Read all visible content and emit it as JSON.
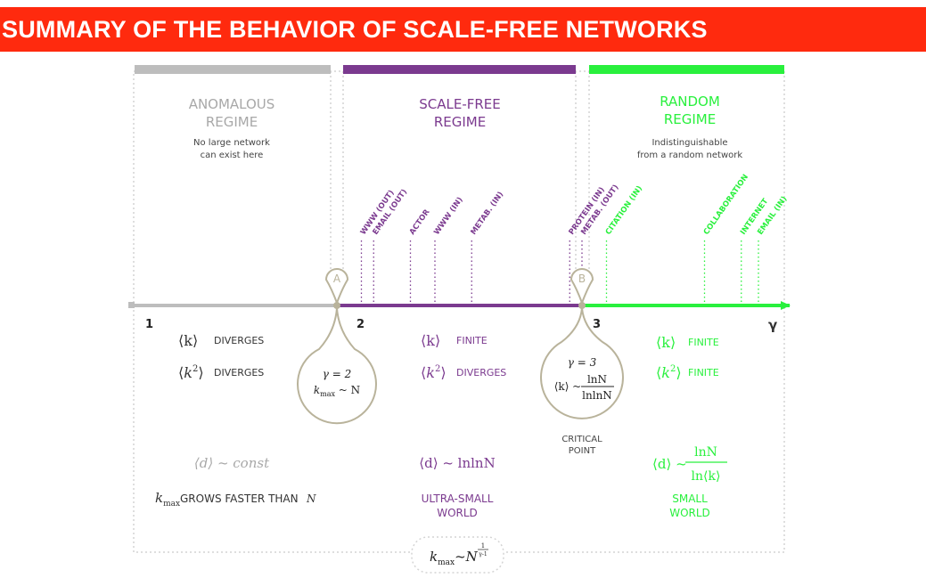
{
  "title": "SUMMARY OF THE BEHAVIOR OF SCALE-FREE NETWORKS",
  "colors": {
    "banner": "#ff2a0e",
    "anomalous": "#bdbdbd",
    "scale_free": "#7b3a8f",
    "random": "#29f03d",
    "node": "#b9b39b",
    "text_dark": "#333333"
  },
  "axis": {
    "label": "γ",
    "ticks": [
      "1",
      "2",
      "3"
    ]
  },
  "regimes": {
    "anomalous": {
      "title_line1": "ANOMALOUS",
      "title_line2": "REGIME",
      "desc_line1": "No large network",
      "desc_line2": "can exist here",
      "k_label": "DIVERGES",
      "k2_label": "DIVERGES",
      "d_formula": "⟨d⟩ ~ const",
      "kmax_prefix": "k",
      "kmax_sub": "max",
      "kmax_text": "GROWS FASTER THAN",
      "kmax_N": "N"
    },
    "scale_free": {
      "title_line1": "SCALE-FREE",
      "title_line2": "REGIME",
      "k_label": "FINITE",
      "k2_label": "DIVERGES",
      "d_formula": "⟨d⟩ ~ lnlnN",
      "world_line1": "ULTRA-SMALL",
      "world_line2": "WORLD"
    },
    "random": {
      "title_line1": "RANDOM",
      "title_line2": "REGIME",
      "desc_line1": "Indistinguishable",
      "desc_line2": "from a random network",
      "k_label": "FINITE",
      "k2_label": "FINITE",
      "d_prefix": "⟨d⟩ ~",
      "d_num": "lnN",
      "d_den": "ln⟨k⟩",
      "world_line1": "SMALL",
      "world_line2": "WORLD"
    }
  },
  "moments": {
    "k": "⟨k⟩",
    "k2_base": "k",
    "k2_exp": "2"
  },
  "points": {
    "A": {
      "label": "A",
      "gamma": "γ = 2",
      "kmax_k": "k",
      "kmax_sub": "max",
      "kmax_rest": " ~ N"
    },
    "B": {
      "label": "B",
      "gamma": "γ = 3",
      "k_avg": "⟨k⟩ ~",
      "frac_num": "lnN",
      "frac_den": "lnlnN",
      "critical_line1": "CRITICAL",
      "critical_line2": "POINT"
    }
  },
  "networks": [
    {
      "name": "WWW (OUT)",
      "gamma": 2.1,
      "color": "#7b3a8f"
    },
    {
      "name": "EMAIL (OUT)",
      "gamma": 2.15,
      "color": "#7b3a8f"
    },
    {
      "name": "ACTOR",
      "gamma": 2.3,
      "color": "#7b3a8f"
    },
    {
      "name": "WWW (IN)",
      "gamma": 2.4,
      "color": "#7b3a8f"
    },
    {
      "name": "METAB. (IN)",
      "gamma": 2.55,
      "color": "#7b3a8f"
    },
    {
      "name": "PROTEIN (IN)",
      "gamma": 2.95,
      "color": "#7b3a8f"
    },
    {
      "name": "METAB. (OUT)",
      "gamma": 3.0,
      "color": "#7b3a8f"
    },
    {
      "name": "CITATION (IN)",
      "gamma": 3.1,
      "color": "#29f03d"
    },
    {
      "name": "COLLABORATION",
      "gamma": 3.5,
      "color": "#29f03d"
    },
    {
      "name": "INTERNET",
      "gamma": 3.65,
      "color": "#29f03d"
    },
    {
      "name": "EMAIL (IN)",
      "gamma": 3.72,
      "color": "#29f03d"
    }
  ],
  "bottom_formula": {
    "k": "k",
    "sub": "max",
    "rest": "~N",
    "exp_num": "1",
    "exp_den": "γ-1"
  }
}
